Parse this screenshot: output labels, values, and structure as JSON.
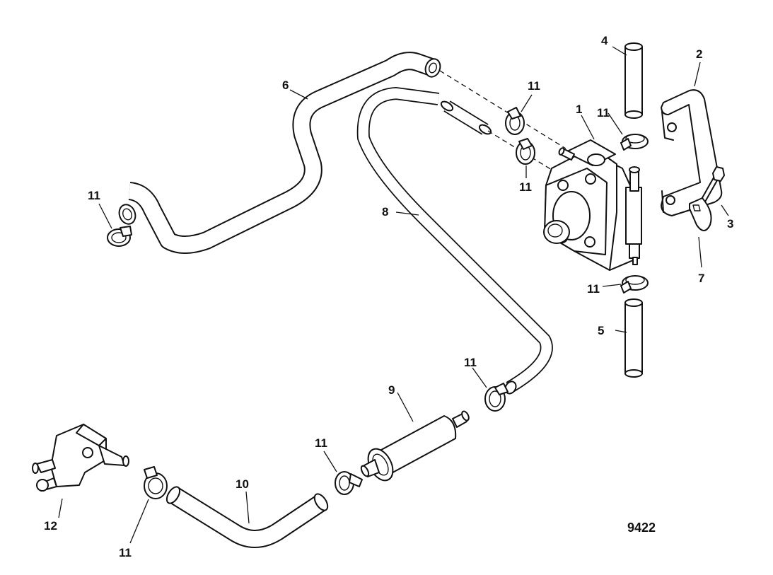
{
  "diagram": {
    "figure_number": "9422",
    "callouts": {
      "c1": "1",
      "c2": "2",
      "c3": "3",
      "c4": "4",
      "c5": "5",
      "c6": "6",
      "c7": "7",
      "c8": "8",
      "c9": "9",
      "c10": "10",
      "c11": "11",
      "c12": "12"
    }
  }
}
